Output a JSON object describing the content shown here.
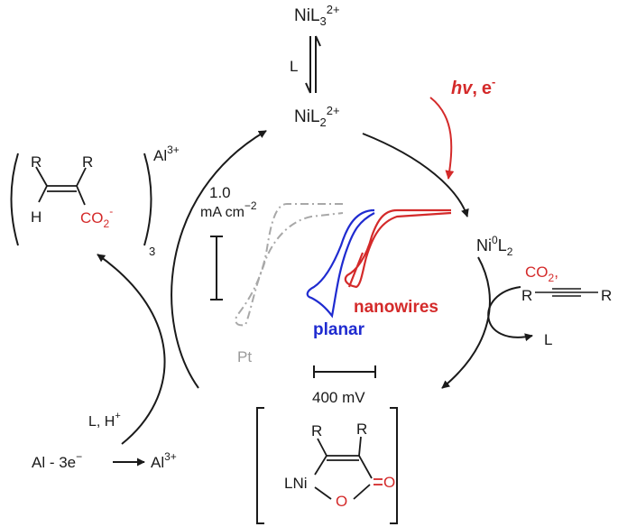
{
  "catalyst": {
    "nil3": {
      "base": "NiL",
      "sub": "3",
      "sup": "2+"
    },
    "ligand": "L",
    "nil2": {
      "base": "NiL",
      "sub": "2",
      "sup": "2+"
    },
    "ni0": {
      "base": "Ni",
      "sup": "0",
      "rest": "L",
      "sub": "2"
    }
  },
  "photo": {
    "hv": "hv",
    "sep": ",",
    "e": "e",
    "e_sup": "-"
  },
  "substrates": {
    "co2": "CO",
    "co2_sub": "2",
    "comma": ",",
    "r": "R"
  },
  "ligand_release": "L",
  "metallacycle": {
    "lni": "LNi",
    "o_ring": "O",
    "o_carbonyl": "O",
    "r": "R"
  },
  "product": {
    "r": "R",
    "h": "H",
    "co2": "CO",
    "co2_sub": "2",
    "co2_sup": "-",
    "count": "3",
    "al": "Al",
    "al_sup": "3+"
  },
  "protonation": {
    "l": "L, H",
    "h_sup": "+"
  },
  "aluminum": {
    "left": "Al - 3e",
    "left_sup": "−",
    "right": "Al",
    "right_sup": "3+"
  },
  "cv_inset": {
    "current_value": "1.0",
    "current_unit": "mA cm",
    "current_unit_sup": "−2",
    "voltage_scale": "400 mV",
    "curve_labels": {
      "pt": "Pt",
      "planar": "planar",
      "nanowires": "nanowires"
    },
    "colors": {
      "pt": "#a8a8a8",
      "planar": "#1f2bd0",
      "nanowires": "#d42a2a"
    }
  }
}
